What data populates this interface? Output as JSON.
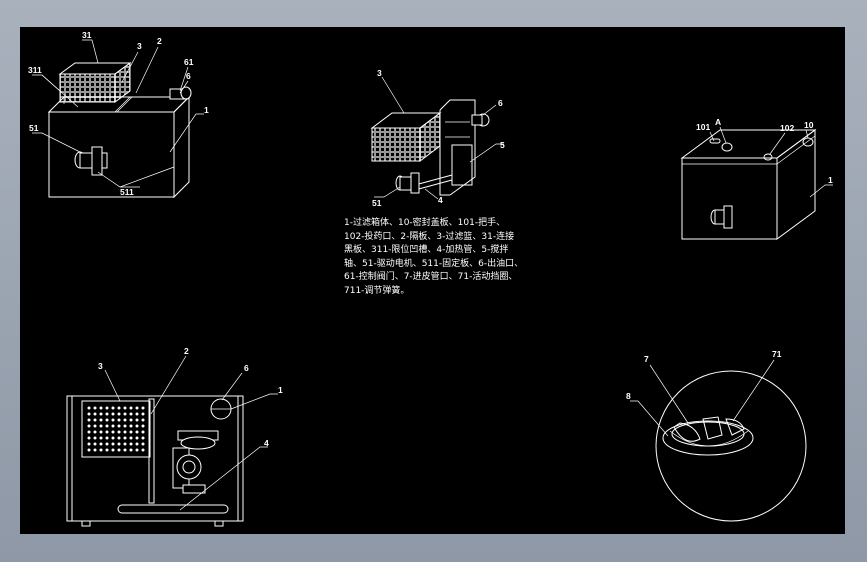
{
  "legend_text": "1-过滤箱体、10-密封盖板、101-把手、\n102-投药口、2-隔板、3-过滤篮、31-连接\n黑板、311-限位凹槽、4-加热管、5-搅拌\n轴、51-驱动电机、511-固定板、6-出油口、\n61-控制阀门、7-进皮管口、71-活动挡圈、\n711-调节弹簧。",
  "views": {
    "view1": {
      "labels": [
        "31",
        "3",
        "2",
        "311",
        "61",
        "6",
        "1",
        "51",
        "511"
      ]
    },
    "view2": {
      "labels": [
        "3",
        "6",
        "5",
        "51",
        "4"
      ]
    },
    "view3": {
      "labels": [
        "101",
        "A",
        "102",
        "10",
        "1"
      ]
    },
    "view4": {
      "labels": [
        "3",
        "2",
        "6",
        "1",
        "4"
      ]
    },
    "detail": {
      "labels": [
        "7",
        "71",
        "8"
      ]
    }
  },
  "colors": {
    "background": "#000000",
    "lines": "#ffffff",
    "frame": "#a4acb8"
  }
}
